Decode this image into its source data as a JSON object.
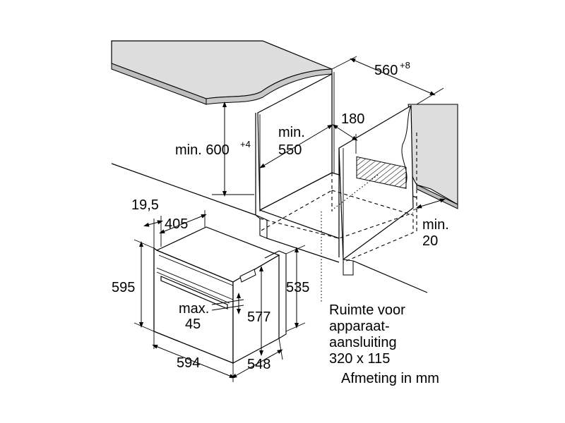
{
  "dimensions": {
    "width_niche": "560",
    "width_niche_tolerance": "+8",
    "height_min": "min. 600",
    "height_min_tolerance": "+4",
    "depth_min_line1": "min.",
    "depth_min_line2": "550",
    "vent_depth": "180",
    "side_gap_line1": "min.",
    "side_gap_line2": "20",
    "front_offset": "19,5",
    "front_depth": "405",
    "oven_height": "595",
    "oven_inner_height": "577",
    "oven_side_height": "535",
    "door_max_line1": "max.",
    "door_max_line2": "45",
    "oven_width": "594",
    "oven_depth": "548"
  },
  "notes": {
    "connection_line1": "Ruimte voor",
    "connection_line2": "apparaat-",
    "connection_line3": "aansluiting",
    "connection_line4": "320 x 115",
    "units": "Afmeting in mm"
  }
}
